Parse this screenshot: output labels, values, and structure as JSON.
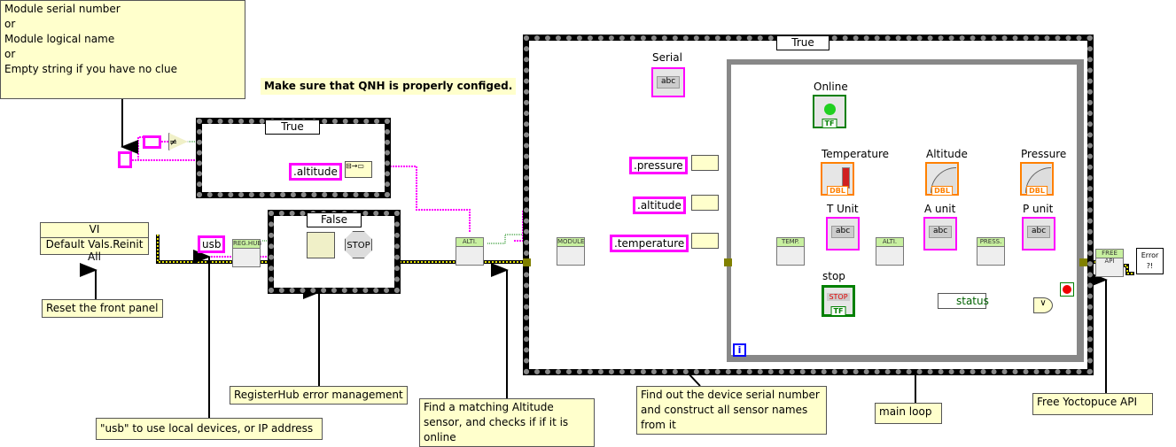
{
  "comments": {
    "input_hint": [
      "Module serial number",
      "or",
      "Module  logical name",
      "or",
      "Empty string if you have no clue"
    ],
    "qnh": "Make sure that QNH is properly configed.",
    "reset": "Reset the front panel",
    "reghub": "RegisterHub error management",
    "usb": "\"usb\" to use local devices, or IP address",
    "find_alt": "Find a matching Altitude sensor, and checks if if it is online",
    "find_serial": "Find out the device serial number and construct all sensor names from it",
    "main_loop": "main loop",
    "free_api": "Free Yoctopuce API"
  },
  "case1": {
    "selector": "True",
    "constant": ".altitude"
  },
  "case2": {
    "selector": "False",
    "stop": "STOP"
  },
  "case3": {
    "selector": "True"
  },
  "invoke": {
    "class": "VI",
    "method": "Default Vals.Reinit All"
  },
  "usb_constant": "usb",
  "nodes": {
    "reghub": "REG.HUB",
    "alti1": "ALTI.",
    "module": "MODULE",
    "temp": "TEMP.",
    "alti2": "ALTI.",
    "press": "PRESS.",
    "free": "FREE API"
  },
  "constants": {
    "pressure": ".pressure",
    "altitude": ".altitude",
    "temperature": ".temperature"
  },
  "indicators": {
    "serial": "Serial",
    "online": "Online",
    "temperature": "Temperature",
    "altitude": "Altitude",
    "pressure": "Pressure",
    "t_unit": "T Unit",
    "a_unit": "A unit",
    "p_unit": "P unit",
    "stop": "stop",
    "status": "status",
    "abc": "abc",
    "dbl": "DBL",
    "tf": "TF",
    "stop_btn": "STOP",
    "error": "Error ?!",
    "loop_i": "i"
  },
  "colors": {
    "string_wire": "#ff00ff",
    "error_wire": "#c8c800",
    "bool_wire": "#008000",
    "numeric_wire": "#ff8000",
    "comment_bg": "#ffffcc"
  }
}
